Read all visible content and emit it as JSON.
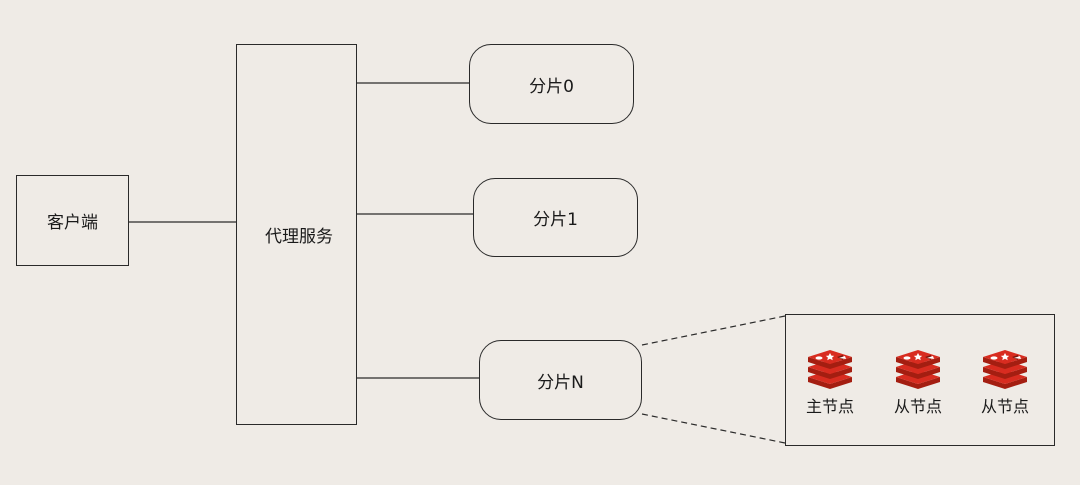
{
  "nodes": {
    "client": {
      "label": "客户端"
    },
    "proxy": {
      "label": "代理服务"
    },
    "shards": [
      {
        "label": "分片0"
      },
      {
        "label": "分片1"
      },
      {
        "label": "分片N"
      }
    ]
  },
  "replica_group": {
    "nodes": [
      {
        "label": "主节点",
        "icon": "redis-icon"
      },
      {
        "label": "从节点",
        "icon": "redis-icon"
      },
      {
        "label": "从节点",
        "icon": "redis-icon"
      }
    ]
  },
  "colors": {
    "background": "#efebe6",
    "stroke": "#2a2a2a",
    "redis_red": "#d82c20",
    "redis_dark": "#a41e11"
  }
}
